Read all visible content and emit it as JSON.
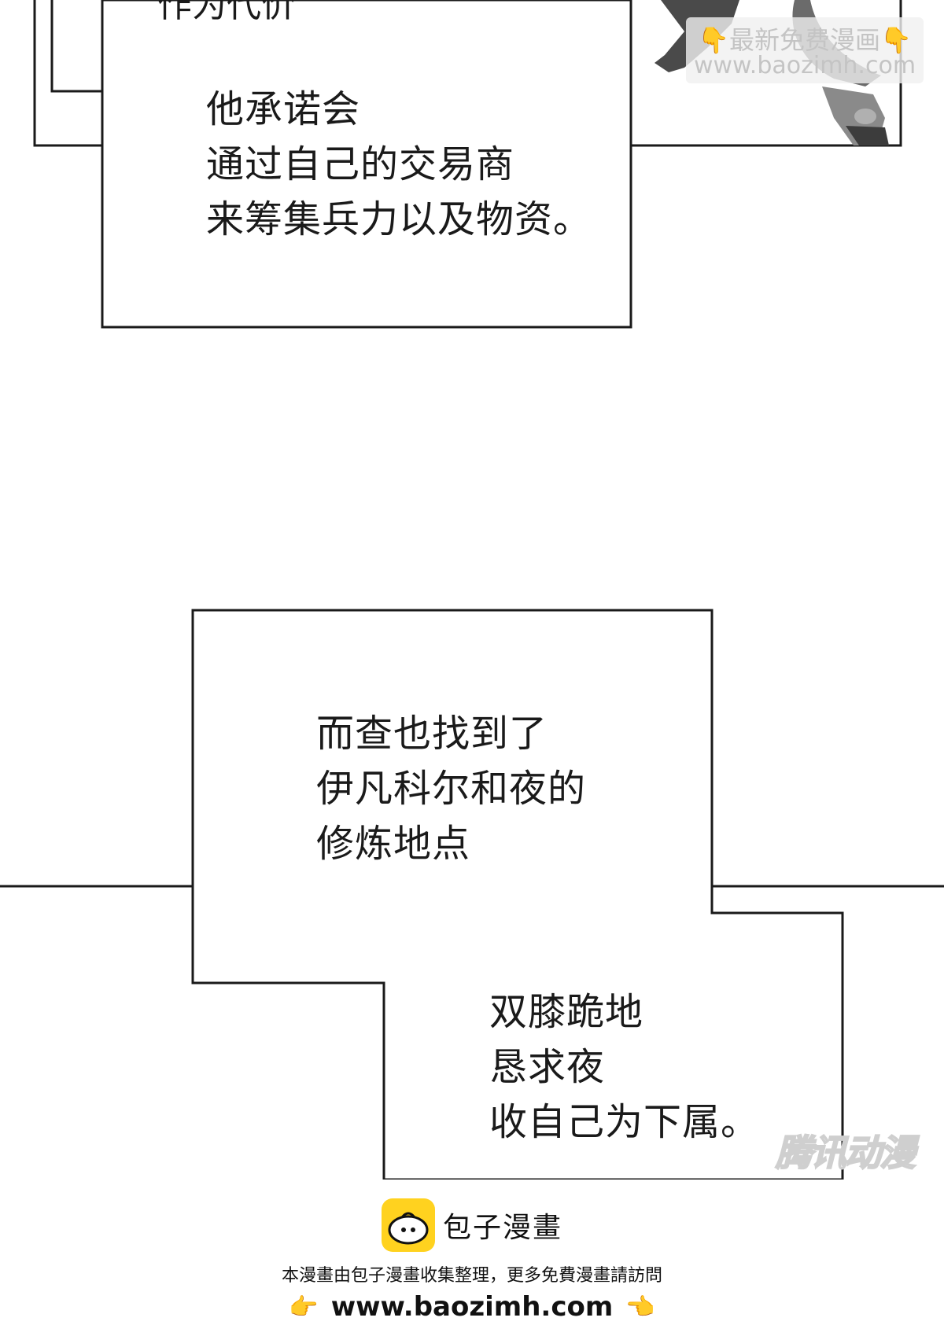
{
  "captions": {
    "top_cut": "作为代价",
    "panel1": [
      "他承诺会",
      "通过自己的交易商",
      "来筹集兵力以及物资。"
    ],
    "panel2": [
      "而查也找到了",
      "伊凡科尔和夜的",
      "修炼地点"
    ],
    "panel3": [
      "双膝跪地",
      "恳求夜",
      "收自己为下属。"
    ]
  },
  "watermarks": {
    "hand_left": "👇",
    "hand_right": "👇",
    "top_line1": "最新免费漫画",
    "top_line2": "www.baozimh.com",
    "tencent": "腾讯动漫"
  },
  "footer": {
    "app_name": "包子漫畫",
    "notice": "本漫畫由包子漫畫收集整理，更多免費漫畫請訪問",
    "url": "www.baozimh.com",
    "pointer_left": "👉",
    "pointer_right": "👈"
  },
  "colors": {
    "line": "#1a1a1a",
    "logo_yellow": "#ffd21f",
    "pointer": "#f5b400"
  }
}
